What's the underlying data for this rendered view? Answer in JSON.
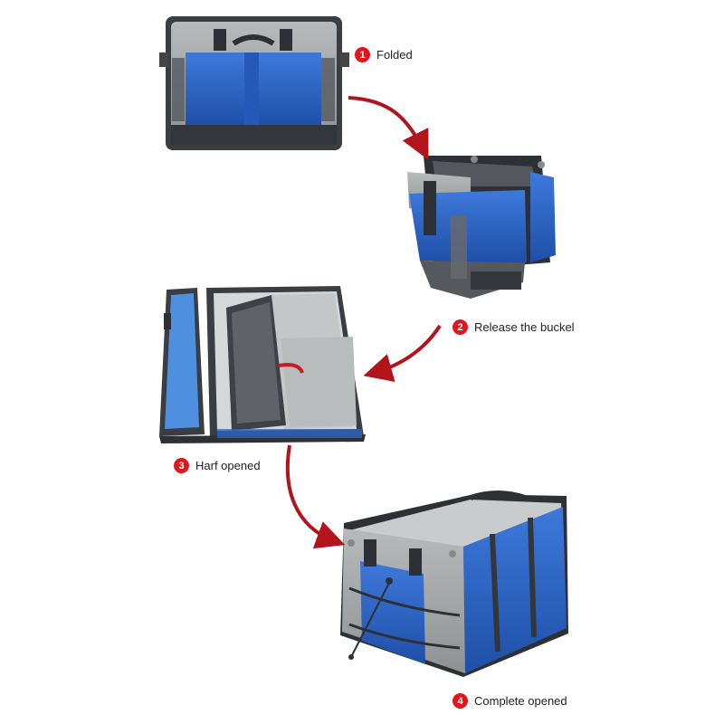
{
  "steps": [
    {
      "number": "1",
      "label": "Folded"
    },
    {
      "number": "2",
      "label": "Release the buckel"
    },
    {
      "number": "3",
      "label": "Harf opened"
    },
    {
      "number": "4",
      "label": "Complete opened"
    }
  ],
  "colors": {
    "badge": "#e3141b",
    "arrow": "#b3141c",
    "fabric_blue": "#2f66c8",
    "fabric_gray": "#9a9d9e",
    "trim": "#3a3d42"
  }
}
